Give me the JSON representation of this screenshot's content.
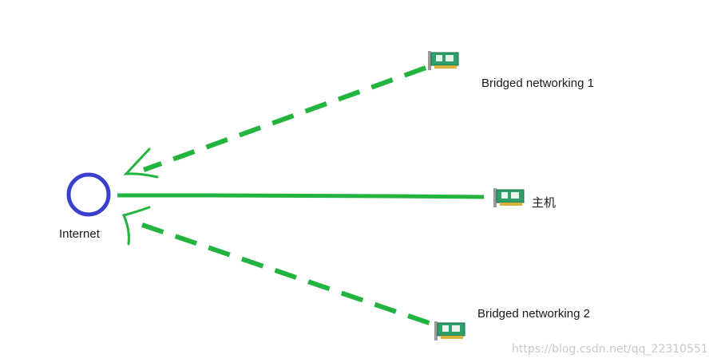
{
  "nodes": {
    "internet": {
      "label": "Internet"
    },
    "bridged1": {
      "label": "Bridged networking 1"
    },
    "host": {
      "label": "主机"
    },
    "bridged2": {
      "label": "Bridged networking 2"
    }
  },
  "watermark": "https://blog.csdn.net/qq_22310551",
  "colors": {
    "line": "#22b43f",
    "circle": "#3a3fd0",
    "card_body": "#2f9e6a",
    "card_chip": "#e8f3ec",
    "card_contacts": "#d7b23a",
    "card_bracket": "#9a9a9a"
  }
}
